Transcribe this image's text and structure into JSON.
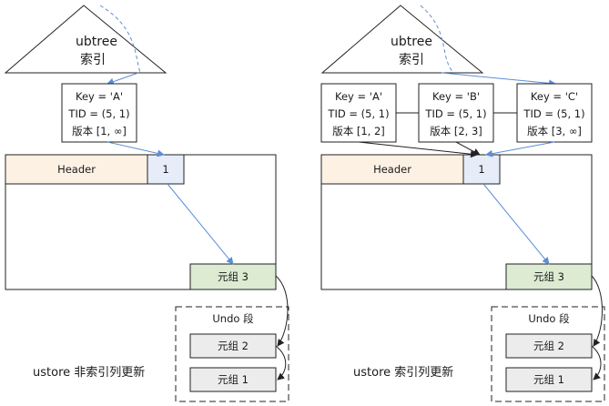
{
  "left": {
    "tree_line1": "ubtree",
    "tree_line2": "索引",
    "entry_a": {
      "key": "Key = 'A'",
      "tid": "TID = (5, 1)",
      "ver": "版本 [1, ∞]"
    },
    "header": "Header",
    "slot": "1",
    "tuple3": "元组 3",
    "undo_title": "Undo 段",
    "undo_tuple2": "元组 2",
    "undo_tuple1": "元组 1",
    "caption": "ustore 非索引列更新"
  },
  "right": {
    "tree_line1": "ubtree",
    "tree_line2": "索引",
    "entry_a": {
      "key": "Key = 'A'",
      "tid": "TID = (5, 1)",
      "ver": "版本 [1, 2]"
    },
    "entry_b": {
      "key": "Key = 'B'",
      "tid": "TID = (5, 1)",
      "ver": "版本 [2, 3]"
    },
    "entry_c": {
      "key": "Key = 'C'",
      "tid": "TID = (5, 1)",
      "ver": "版本 [3, ∞]"
    },
    "header": "Header",
    "slot": "1",
    "tuple3": "元组 3",
    "undo_title": "Undo 段",
    "undo_tuple2": "元组 2",
    "undo_tuple1": "元组 1",
    "caption": "ustore 索引列更新"
  },
  "colors": {
    "header_fill": "#fdf1e4",
    "slot_fill": "#e6ecf8",
    "tuple_fill": "#dcebd2",
    "undo_tuple_fill": "#ececec",
    "arrow_blue": "#5b8fd6",
    "stroke": "#222222"
  }
}
